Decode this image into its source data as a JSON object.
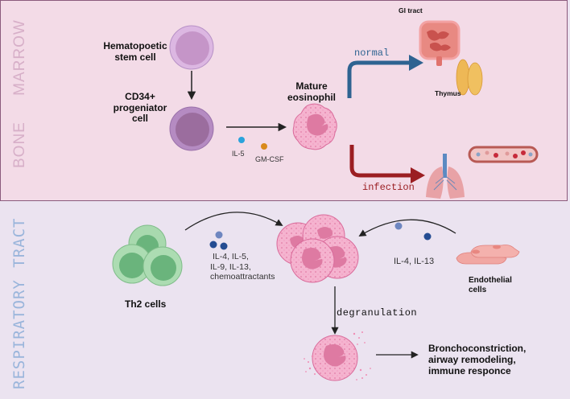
{
  "sections": {
    "bone_marrow": {
      "label": "BONE MARROW"
    },
    "respiratory_tract": {
      "label": "RESPIRATORY TRACT"
    }
  },
  "bone_marrow": {
    "hsc_label": "Hematopoetic stem cell",
    "hsc_line1": "Hematopoetic",
    "hsc_line2": "stem cell",
    "progenitor_line1": "CD34+",
    "progenitor_line2": "progeniator",
    "progenitor_line3": "cell",
    "cytokine_1": "IL-5",
    "cytokine_2": "GM-CSF",
    "mature_line1": "Mature",
    "mature_line2": "eosinophil",
    "path_normal": "normal",
    "path_infection": "infection",
    "organ_gi": "GI tract",
    "organ_thymus": "Thymus"
  },
  "respiratory": {
    "th2_label": "Th2 cells",
    "th2_cytokines_line1": "IL-4, IL-5,",
    "th2_cytokines_line2": "IL-9, IL-13,",
    "th2_cytokines_line3": "chemoattractants",
    "endo_cytokines": "IL-4, IL-13",
    "endo_line1": "Endothelial",
    "endo_line2": "cells",
    "degranulation": "degranulation",
    "outcome_line1": "Bronchoconstriction,",
    "outcome_line2": "airway remodeling,",
    "outcome_line3": "immune responce"
  },
  "colors": {
    "normal_arrow": "#2e6391",
    "infection_arrow": "#9b1e22",
    "il5": "#2aa3dc",
    "gmcsf": "#d98a1c"
  }
}
